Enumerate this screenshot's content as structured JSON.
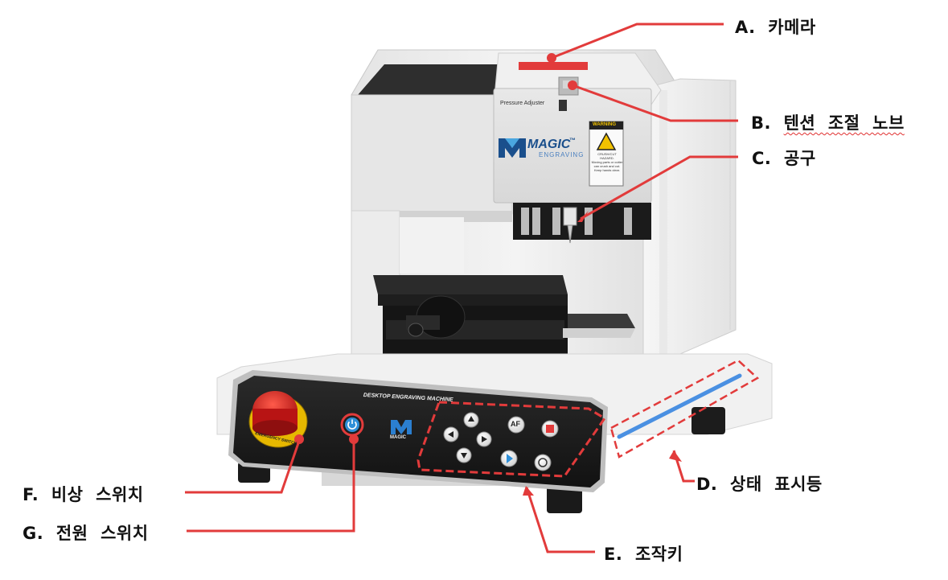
{
  "diagram": {
    "callouts": [
      {
        "id": "A",
        "text": "A.  카메라"
      },
      {
        "id": "B",
        "prefix": "B.  ",
        "text": "텐션  조절  노브"
      },
      {
        "id": "C",
        "text": "C.  공구"
      },
      {
        "id": "D",
        "text": "D.  상태  표시등"
      },
      {
        "id": "E",
        "text": "E.  조작키"
      },
      {
        "id": "F",
        "text": "F.  비상  스위치"
      },
      {
        "id": "G",
        "text": "G.  전원  스위치"
      }
    ],
    "machine": {
      "brand_main": "MAGIC",
      "brand_sub": "ENGRAVING",
      "tm": "™",
      "pressure_label": "Pressure Adjuster",
      "warning_title": "WARNING",
      "warning_lines": [
        "CRUSH/CUT",
        "HAZARD.",
        "Moving parts or cutter",
        "can crush and cut.",
        "Keep hands clear."
      ],
      "panel_title": "DESKTOP ENGRAVING MACHINE",
      "estop_text": "EMERGENCY SWITCH",
      "panel_brand": "MAGIC",
      "key_af": "AF"
    },
    "colors": {
      "callout": "#e23b3b",
      "status_light": "#4a90e2",
      "power_ring": "#e23b3b",
      "power_button": "#2f8fd8",
      "estop": "#d41e1e",
      "estop_collar": "#e6b800",
      "panel": "#1c1c1c",
      "body": "#eeeeee"
    }
  }
}
